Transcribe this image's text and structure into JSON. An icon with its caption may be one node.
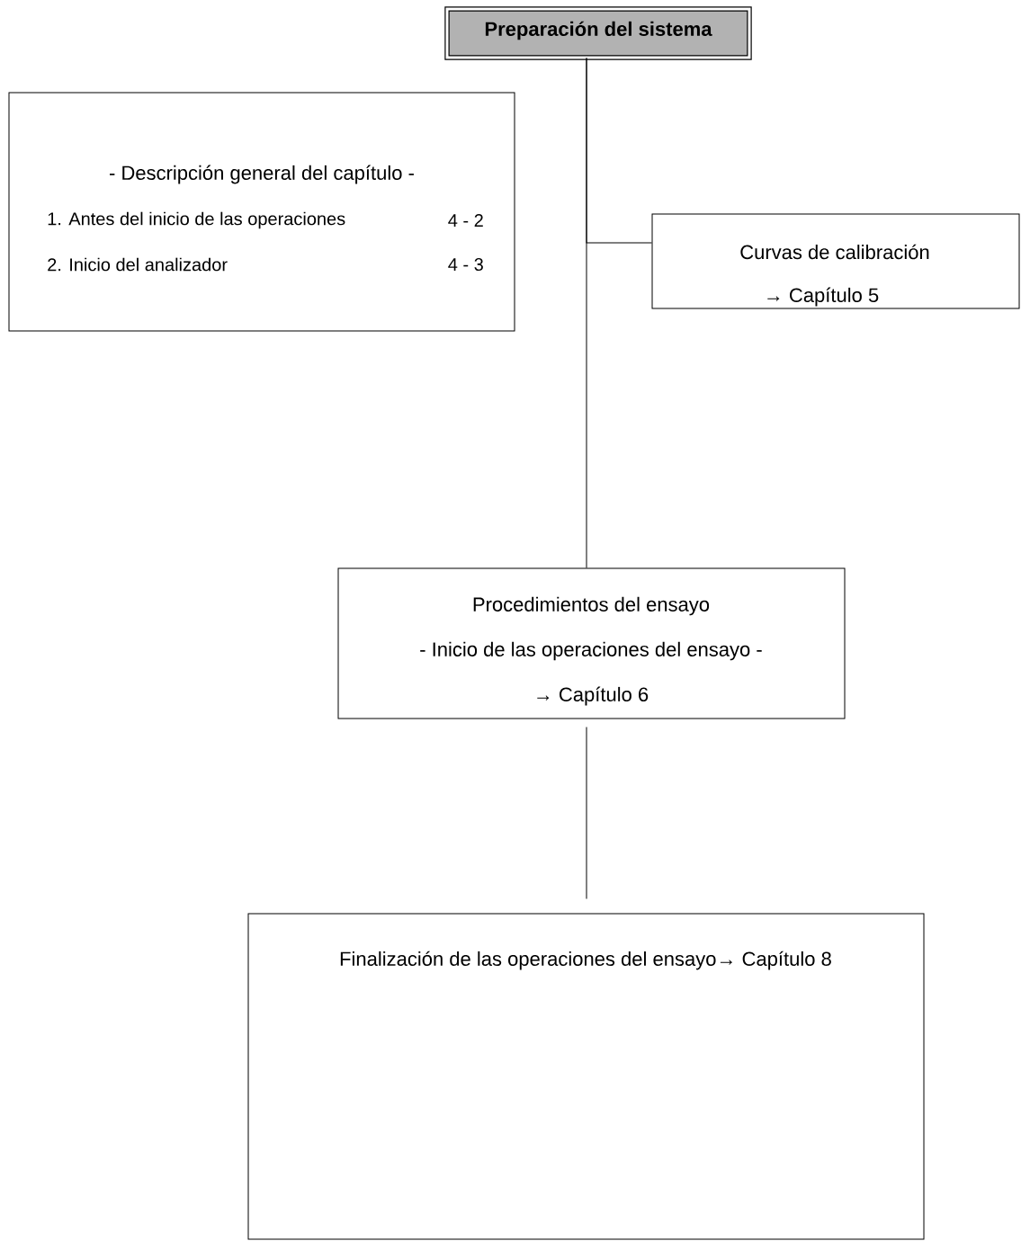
{
  "diagram": {
    "nodes": [
      {
        "text": [
          "Preparación del sistema"
        ]
      },
      {
        "text": [
          "- Descripción general del capítulo -",
          "1. Antes del inicio de las operaciones",
          "4 - 2",
          "2. Inicio del analizador",
          "4 - 3"
        ]
      },
      {
        "text": [
          "Curvas de calibración",
          "→ Capítulo 5"
        ]
      },
      {
        "text": [
          "Procedimientos del ensayo",
          "- Inicio de las operaciones del ensayo -",
          "→ Capítulo 6"
        ]
      },
      {
        "text": [
          "Finalización de las operaciones del ensayo→ Capítulo 8"
        ]
      }
    ],
    "edges": [
      {
        "from": 0,
        "to": 3,
        "arrow": "none"
      },
      {
        "from": 0,
        "to": 2,
        "arrow": "none"
      },
      {
        "from": 3,
        "to": 4,
        "arrow": "none"
      }
    ]
  }
}
